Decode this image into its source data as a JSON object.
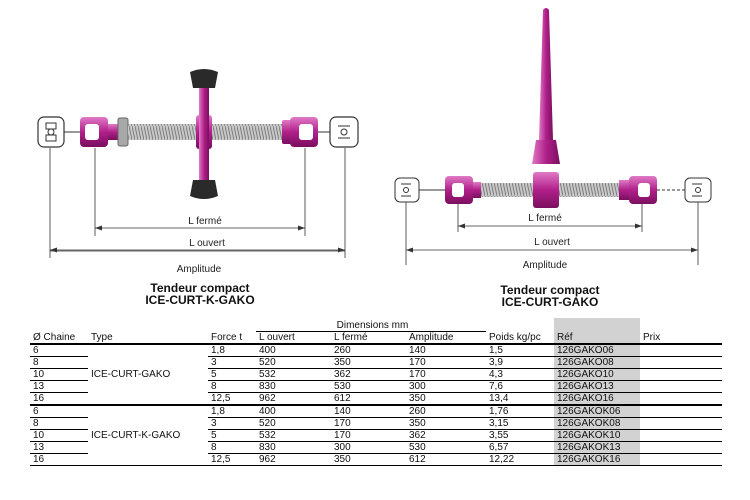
{
  "figures": {
    "left": {
      "dims": {
        "closed": "L fermé",
        "open": "L ouvert",
        "amplitude": "Amplitude"
      },
      "caption": {
        "line1": "Tendeur compact",
        "line2": "ICE-CURT-K-GAKO"
      }
    },
    "right": {
      "dims": {
        "closed": "L fermé",
        "open": "L ouvert",
        "amplitude": "Amplitude"
      },
      "caption": {
        "line1": "Tendeur compact",
        "line2": "ICE-CURT-GAKO"
      }
    }
  },
  "colors": {
    "body": "#b0208a",
    "body_light": "#d75bb8",
    "thread": "#b8b8b8",
    "ref_bg": "#d2d2d2"
  },
  "table": {
    "headers": {
      "chain": "Ø Chaine",
      "type": "Type",
      "force": "Force t",
      "dimensions": "Dimensions mm",
      "l_open": "L ouvert",
      "l_closed": "L fermé",
      "amplitude": "Amplitude",
      "weight": "Poids kg/pc",
      "ref": "Réf",
      "price": "Prix"
    },
    "groups": [
      {
        "type": "ICE-CURT-GAKO",
        "rows": [
          {
            "chain": "6",
            "force": "1,8",
            "l_open": "400",
            "l_closed": "260",
            "amplitude": "140",
            "weight": "1,5",
            "ref": "126GAKO06"
          },
          {
            "chain": "8",
            "force": "3",
            "l_open": "520",
            "l_closed": "350",
            "amplitude": "170",
            "weight": "3,9",
            "ref": "126GAKO08"
          },
          {
            "chain": "10",
            "force": "5",
            "l_open": "532",
            "l_closed": "362",
            "amplitude": "170",
            "weight": "4,3",
            "ref": "126GAKO10"
          },
          {
            "chain": "13",
            "force": "8",
            "l_open": "830",
            "l_closed": "530",
            "amplitude": "300",
            "weight": "7,6",
            "ref": "126GAKO13"
          },
          {
            "chain": "16",
            "force": "12,5",
            "l_open": "962",
            "l_closed": "612",
            "amplitude": "350",
            "weight": "13,4",
            "ref": "126GAKO16"
          }
        ]
      },
      {
        "type": "ICE-CURT-K-GAKO",
        "rows": [
          {
            "chain": "6",
            "force": "1,8",
            "l_open": "400",
            "l_closed": "140",
            "amplitude": "260",
            "weight": "1,76",
            "ref": "126GAKOK06"
          },
          {
            "chain": "8",
            "force": "3",
            "l_open": "520",
            "l_closed": "170",
            "amplitude": "350",
            "weight": "3,15",
            "ref": "126GAKOK08"
          },
          {
            "chain": "10",
            "force": "5",
            "l_open": "532",
            "l_closed": "170",
            "amplitude": "362",
            "weight": "3,55",
            "ref": "126GAKOK10"
          },
          {
            "chain": "13",
            "force": "8",
            "l_open": "830",
            "l_closed": "300",
            "amplitude": "530",
            "weight": "6,57",
            "ref": "126GAKOK13"
          },
          {
            "chain": "16",
            "force": "12,5",
            "l_open": "962",
            "l_closed": "350",
            "amplitude": "612",
            "weight": "12,22",
            "ref": "126GAKOK16"
          }
        ]
      }
    ]
  }
}
